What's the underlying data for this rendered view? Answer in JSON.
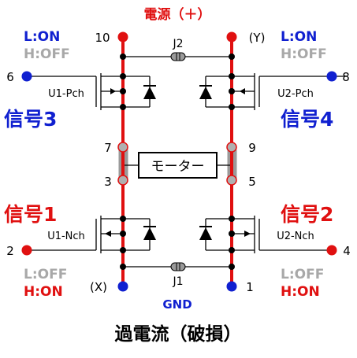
{
  "title_power": "電源（＋）",
  "label_gnd": "GND",
  "caption": "過電流（破損）",
  "motor_label": "モーター",
  "jumpers": {
    "top": "J2",
    "bottom": "J1"
  },
  "pins": {
    "p10": "10",
    "pY": "(Y)",
    "p6": "6",
    "p8": "8",
    "p7": "7",
    "p9": "9",
    "p3": "3",
    "p5": "5",
    "p2": "2",
    "p4": "4",
    "pX": "(X)",
    "p1": "1"
  },
  "transistors": {
    "u1p": "U1-Pch",
    "u2p": "U2-Pch",
    "u1n": "U1-Nch",
    "u2n": "U2-Nch"
  },
  "signals": {
    "s1": "信号1",
    "s2": "信号2",
    "s3": "信号3",
    "s4": "信号4"
  },
  "logic": {
    "l_on": "L:ON",
    "h_off": "H:OFF",
    "l_off": "L:OFF",
    "h_on": "H:ON"
  },
  "colors": {
    "red": "#e01010",
    "blue": "#1020d0",
    "gray": "#a8a8a8",
    "bar_gray": "#9a9a9a"
  }
}
